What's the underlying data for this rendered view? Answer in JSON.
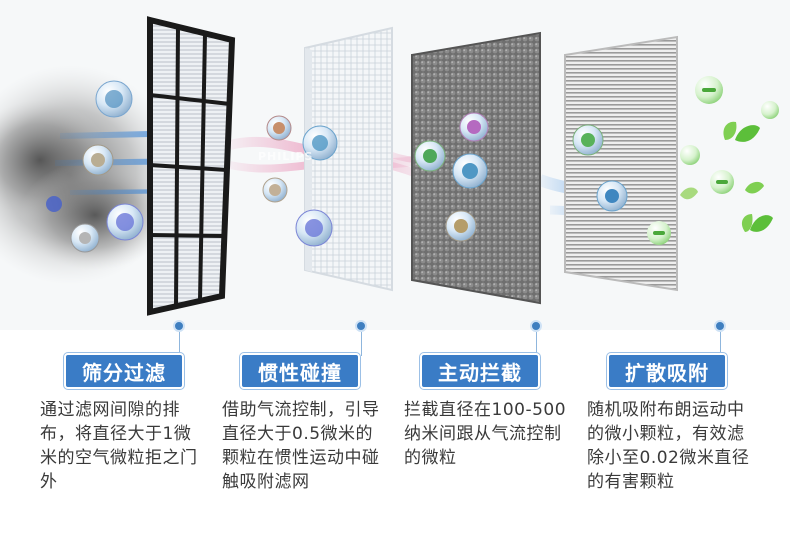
{
  "brand_watermark": "PHILIPS",
  "stages": [
    {
      "title": "筛分过滤",
      "description": "通过滤网间隙的排布，将直径大于1微米的空气微粒拒之门外"
    },
    {
      "title": "惯性碰撞",
      "description": "借助气流控制，引导直径大于0.5微米的颗粒在惯性运动中碰触吸附滤网"
    },
    {
      "title": "主动拦截",
      "description": "拦截直径在100-500纳米间跟从气流控制的微粒"
    },
    {
      "title": "扩散吸附",
      "description": "随机吸附布朗运动中的微小颗粒，有效滤除小至0.02微米直径的有害颗粒"
    }
  ],
  "colors": {
    "label_bg": "#3a7cc6",
    "pin": "#3f7fc0",
    "text": "#3a3a3a",
    "leaf": "#5cbf3a",
    "arrow_blue": "#2f7fd6",
    "flow_pink": "#e98fb5"
  }
}
